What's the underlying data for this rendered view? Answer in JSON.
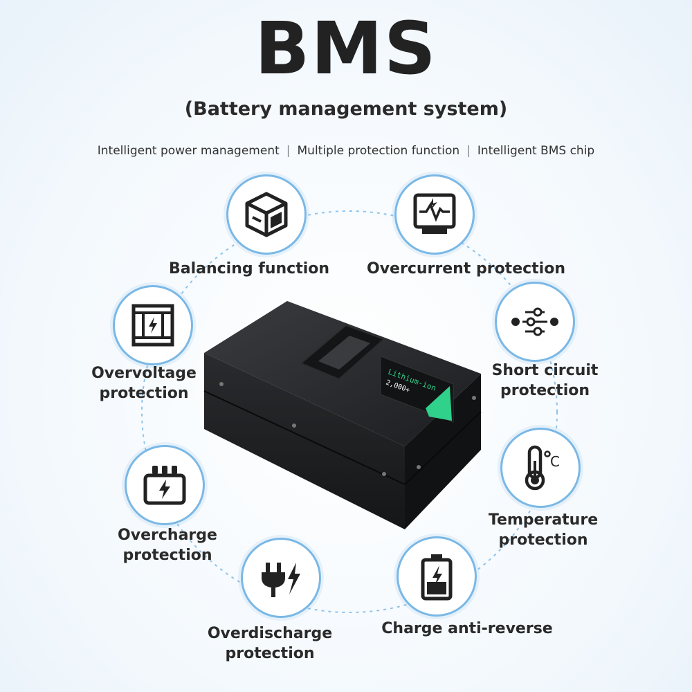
{
  "header": {
    "title": "BMS",
    "subtitle": "(Battery management system)",
    "features": [
      "Intelligent power management",
      "Multiple protection function",
      "Intelligent BMS chip"
    ]
  },
  "colors": {
    "accent_ring": "#7ab8e6",
    "icon": "#222222",
    "battery_body": "#1e1f22",
    "screen_green": "#2fd18b"
  },
  "functions": [
    {
      "label_lines": [
        "Balancing function"
      ],
      "icon": "cube-icon"
    },
    {
      "label_lines": [
        "Overcurrent protection"
      ],
      "icon": "monitor-pulse-icon"
    },
    {
      "label_lines": [
        "Overvoltage",
        "protection"
      ],
      "icon": "voltage-panel-icon"
    },
    {
      "label_lines": [
        "Short circuit",
        "protection"
      ],
      "icon": "circuit-sliders-icon"
    },
    {
      "label_lines": [
        "Overcharge",
        "protection"
      ],
      "icon": "charge-block-icon"
    },
    {
      "label_lines": [
        "Temperature",
        "protection"
      ],
      "icon": "thermometer-icon"
    },
    {
      "label_lines": [
        "Overdischarge",
        "protection"
      ],
      "icon": "plug-bolt-icon"
    },
    {
      "label_lines": [
        "Charge anti-reverse"
      ],
      "icon": "battery-charge-icon"
    }
  ],
  "battery": {
    "screen_title": "Lithium-ion",
    "screen_value": "2,000+"
  }
}
